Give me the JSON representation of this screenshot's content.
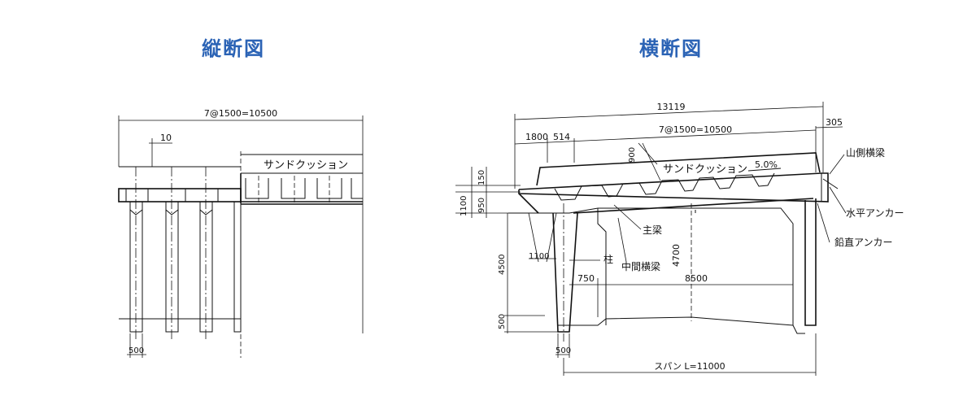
{
  "titles": {
    "longitudinal": "縦断図",
    "cross": "横断図"
  },
  "longitudinal": {
    "dim_total": "7@1500=10500",
    "dim_gap": "10",
    "label_cushion": "サンドクッション",
    "dim_column": "500"
  },
  "cross": {
    "dim_total": "13119",
    "dim_305": "305",
    "dim_1800": "1800",
    "dim_514": "514",
    "dim_pitch": "7@1500=10500",
    "dim_900": "900",
    "label_cushion": "サンドクッション",
    "slope": "5.0%",
    "label_mountain_beam": "山側横梁",
    "dim_150": "150",
    "dim_1100": "1100",
    "dim_950": "950",
    "label_horizontal_anchor": "水平アンカー",
    "label_vertical_anchor": "鉛直アンカー",
    "label_main_beam": "主梁",
    "dim_4700": "4700",
    "dim_4500": "4500",
    "dim_1100_col": "1100",
    "label_column": "柱",
    "label_mid_beam": "中間横梁",
    "dim_750": "750",
    "dim_8500": "8500",
    "dim_500_v": "500",
    "dim_500_col": "500",
    "span": "スパン L=11000"
  }
}
